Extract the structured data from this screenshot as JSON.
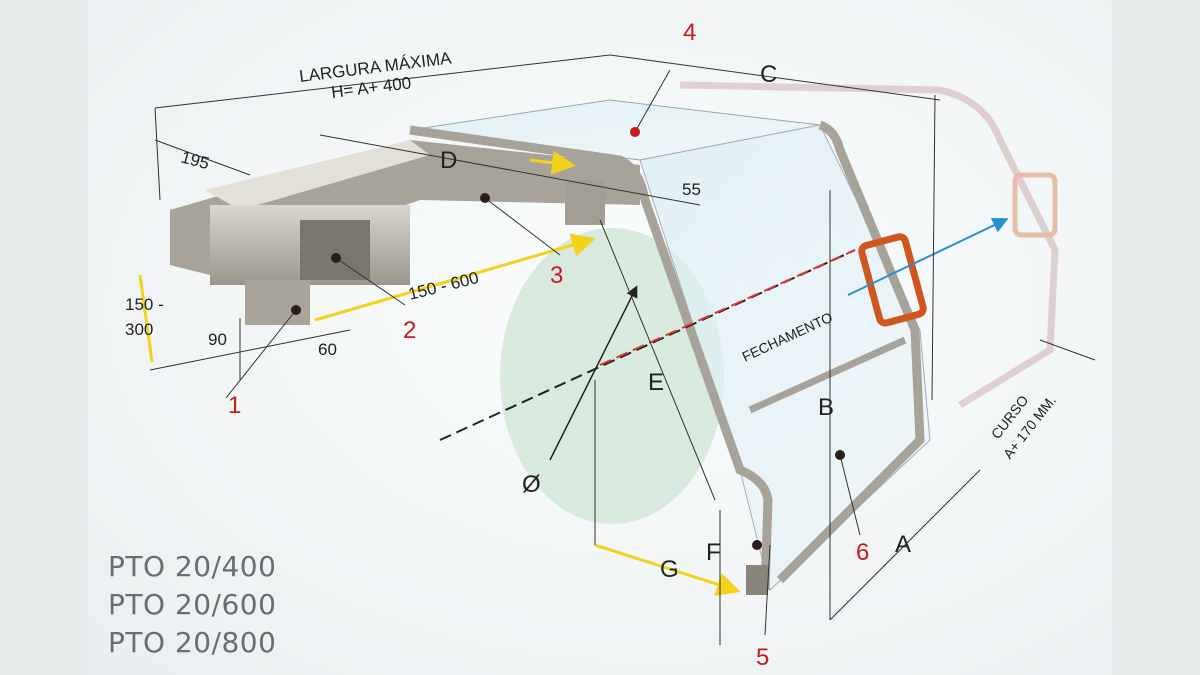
{
  "title_dimension": {
    "line1": "LARGURA MÁXIMA",
    "line2": "H=   A+ 400"
  },
  "dimensions": {
    "d195": "195",
    "d150_300_a": "150 -",
    "d150_300_b": "300",
    "d90": "90",
    "d60": "60",
    "d55": "55",
    "d150_600": "150 - 600",
    "curso_a": "CURSO",
    "curso_b": "A+ 170 MM.",
    "fechamento": "FECHAMENTO"
  },
  "letters": {
    "A": "A",
    "B": "B",
    "C": "C",
    "D": "D",
    "E": "E",
    "F": "F",
    "G": "G",
    "diameter": "Ø"
  },
  "callouts": [
    "1",
    "2",
    "3",
    "4",
    "5",
    "6"
  ],
  "models": [
    "PTO 20/400",
    "PTO 20/600",
    "PTO 20/800"
  ],
  "colors": {
    "callout": "#c8191c",
    "arrow_yellow": "#f2d21a",
    "handle": "#d0561f",
    "closing_arrow": "#2a8fd0",
    "disc": "#cfe6d6"
  }
}
